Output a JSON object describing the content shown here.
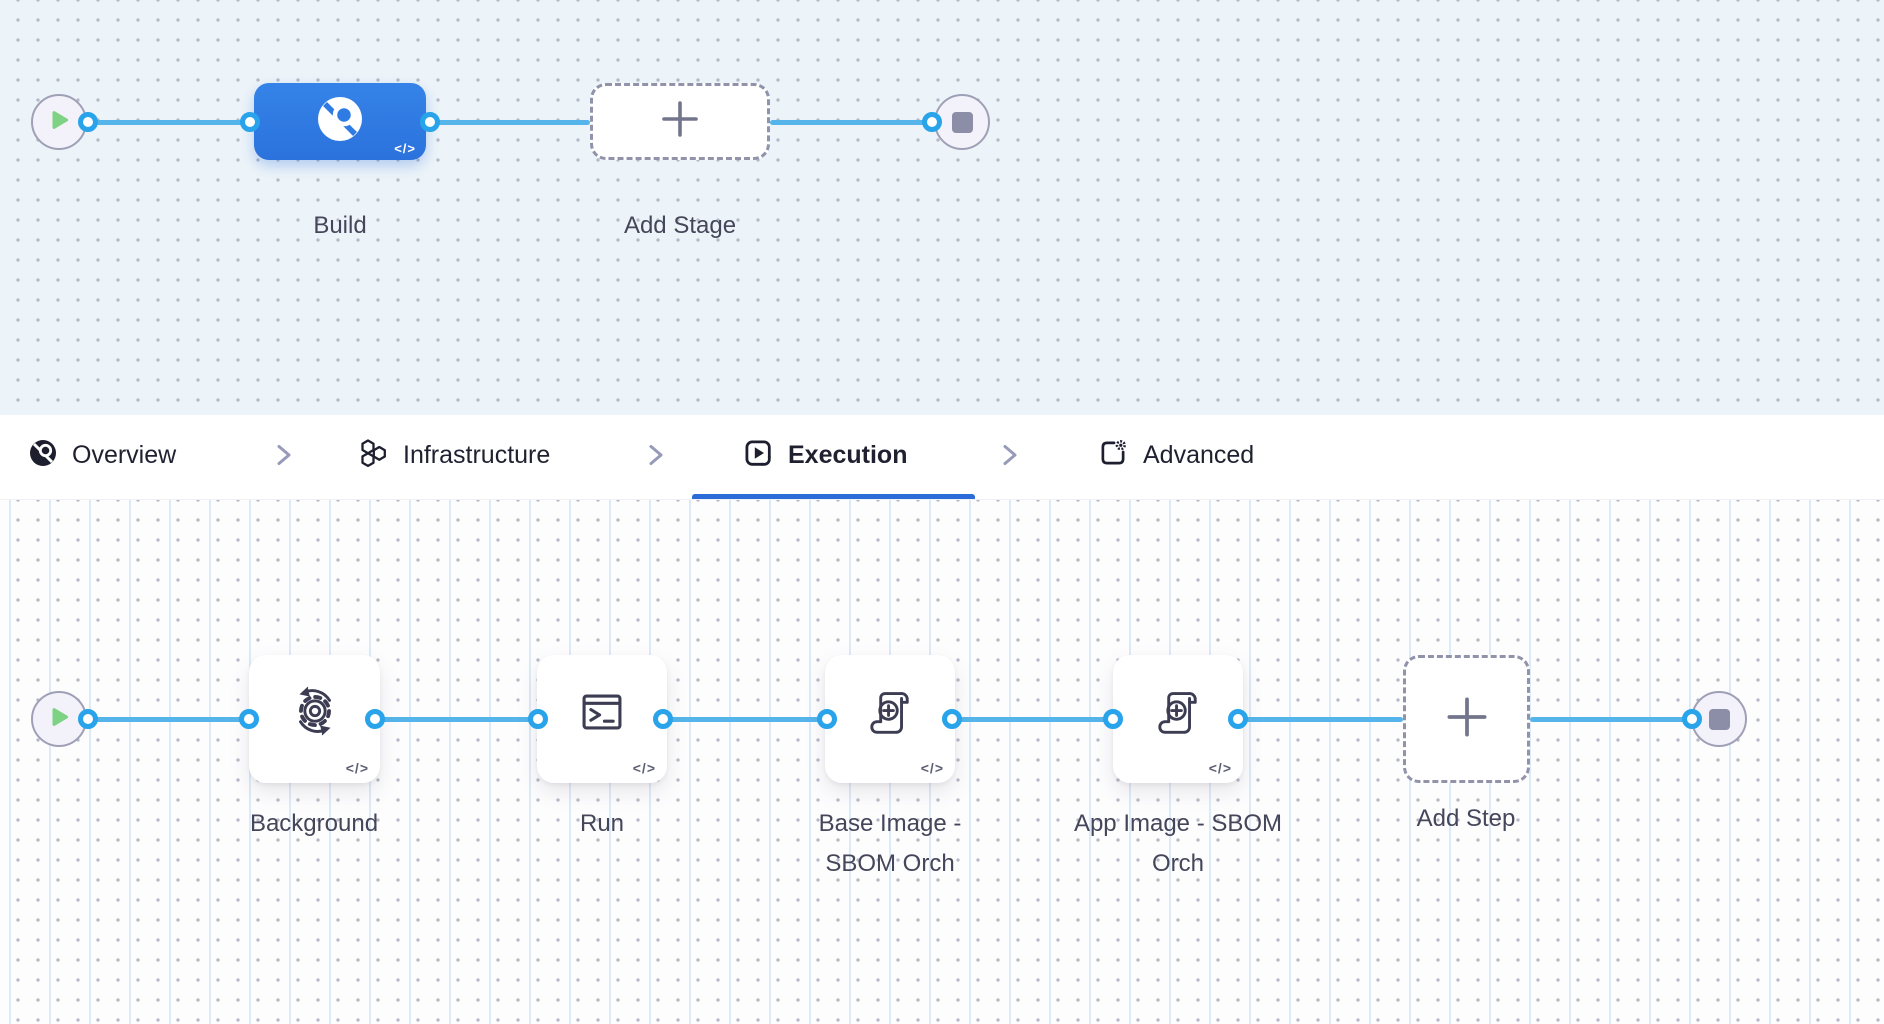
{
  "stage_canvas": {
    "stage_label": "Build",
    "stage_code_badge": "</>",
    "add_stage_label": "Add Stage"
  },
  "tab_bar": {
    "tabs": [
      {
        "label": "Overview",
        "active": false
      },
      {
        "label": "Infrastructure",
        "active": false
      },
      {
        "label": "Execution",
        "active": true
      },
      {
        "label": "Advanced",
        "active": false
      }
    ]
  },
  "step_canvas": {
    "steps": [
      {
        "label": "Background",
        "code_badge": "</>"
      },
      {
        "label": "Run",
        "code_badge": "</>"
      },
      {
        "label": "Base Image - SBOM Orch",
        "code_badge": "</>"
      },
      {
        "label": "App Image - SBOM Orch",
        "code_badge": "</>"
      }
    ],
    "add_step_label": "Add Step"
  },
  "colors": {
    "connector": "#55b5ea",
    "port_ring": "#29a3e9",
    "stage_blue": "#2e7ce3",
    "tab_active_underline": "#2b6cd9",
    "play_green": "#7ed283",
    "end_square_gray": "#8b8ea6"
  }
}
